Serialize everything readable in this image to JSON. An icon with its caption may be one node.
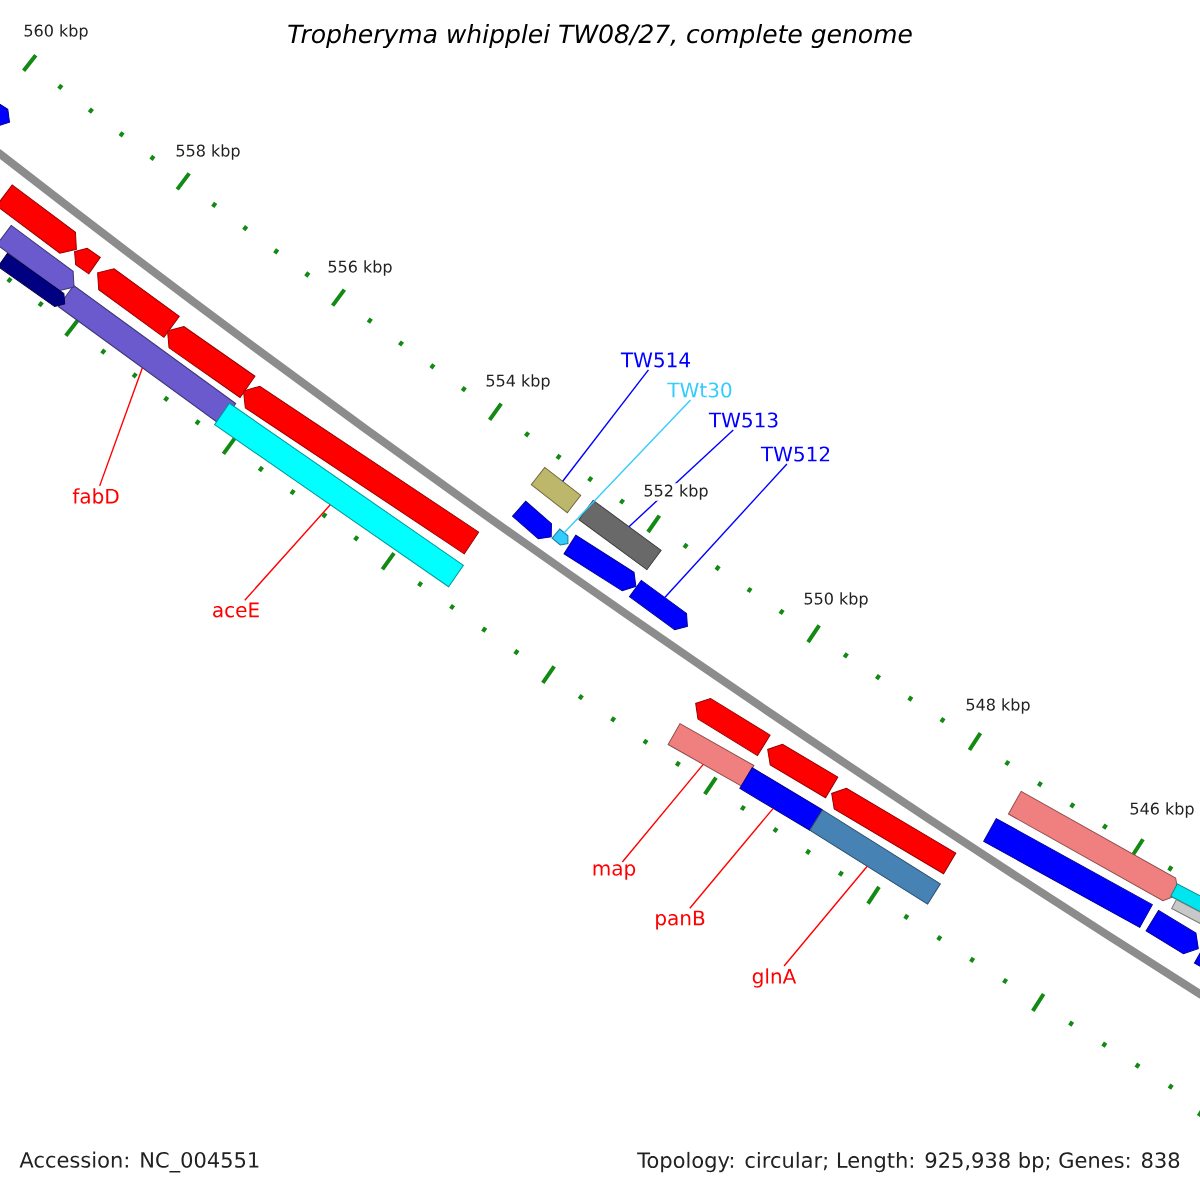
{
  "diagram": {
    "title": "Tropheryma whipplei TW08/27, complete genome",
    "nodes": [
      {
        "text": [
          "fabD"
        ]
      },
      {
        "text": [],
        "shape": "bar"
      },
      {
        "text": [
          "aceE"
        ]
      },
      {
        "text": [],
        "shape": "bar"
      },
      {
        "text": [
          "TW514"
        ]
      },
      {
        "text": [],
        "shape": "bar"
      },
      {
        "text": [
          "TWt30"
        ]
      },
      {
        "text": [],
        "shape": "pentagon"
      },
      {
        "text": [
          "TW513"
        ]
      },
      {
        "text": [],
        "shape": "bar"
      },
      {
        "text": [
          "TW512"
        ]
      },
      {
        "text": [],
        "shape": "pentagon"
      },
      {
        "text": [
          "map"
        ]
      },
      {
        "text": [],
        "shape": "bar"
      },
      {
        "text": [
          "panB"
        ]
      },
      {
        "text": [],
        "shape": "bar"
      },
      {
        "text": [
          "glnA"
        ]
      },
      {
        "text": [],
        "shape": "bar"
      },
      {
        "text": [],
        "shape": "pentagon"
      },
      {
        "text": [],
        "shape": "pentagon"
      },
      {
        "text": [],
        "shape": "pentagon"
      },
      {
        "text": [],
        "shape": "pentagon"
      },
      {
        "text": [],
        "shape": "pentagon"
      },
      {
        "text": [],
        "shape": "pentagon"
      },
      {
        "text": [],
        "shape": "pentagon"
      },
      {
        "text": [],
        "shape": "pentagon"
      },
      {
        "text": [],
        "shape": "pentagon"
      },
      {
        "text": [],
        "shape": "pentagon"
      },
      {
        "text": [],
        "shape": "pentagon"
      },
      {
        "text": [],
        "shape": "pentagon"
      },
      {
        "text": [],
        "shape": "pentagon"
      },
      {
        "text": [],
        "shape": "bar"
      },
      {
        "text": [],
        "shape": "pentagon"
      },
      {
        "text": [],
        "shape": "pentagon"
      },
      {
        "text": [],
        "shape": "bar"
      },
      {
        "text": [],
        "shape": "bar"
      },
      {
        "text": [],
        "shape": "pentagon"
      }
    ],
    "edges": [
      {
        "from": 0,
        "to": 1,
        "arrow": "none"
      },
      {
        "from": 2,
        "to": 3,
        "arrow": "none"
      },
      {
        "from": 4,
        "to": 5,
        "arrow": "none",
        "color": "#0000ff"
      },
      {
        "from": 6,
        "to": 7,
        "arrow": "none",
        "color": "#33ccff"
      },
      {
        "from": 8,
        "to": 9,
        "arrow": "none",
        "color": "#0000ff"
      },
      {
        "from": 10,
        "to": 11,
        "arrow": "none",
        "color": "#0000ff"
      },
      {
        "from": 12,
        "to": 13,
        "arrow": "none"
      },
      {
        "from": 14,
        "to": 15,
        "arrow": "none"
      },
      {
        "from": 16,
        "to": 17,
        "arrow": "none"
      }
    ],
    "labels": [
      "560 kbp",
      "558 kbp",
      "556 kbp",
      "554 kbp",
      "552 kbp",
      "550 kbp",
      "548 kbp",
      "546 kbp",
      "Accession: NC_004551",
      "Topology: circular; Length: 925,938 bp; Genes: 838"
    ]
  }
}
